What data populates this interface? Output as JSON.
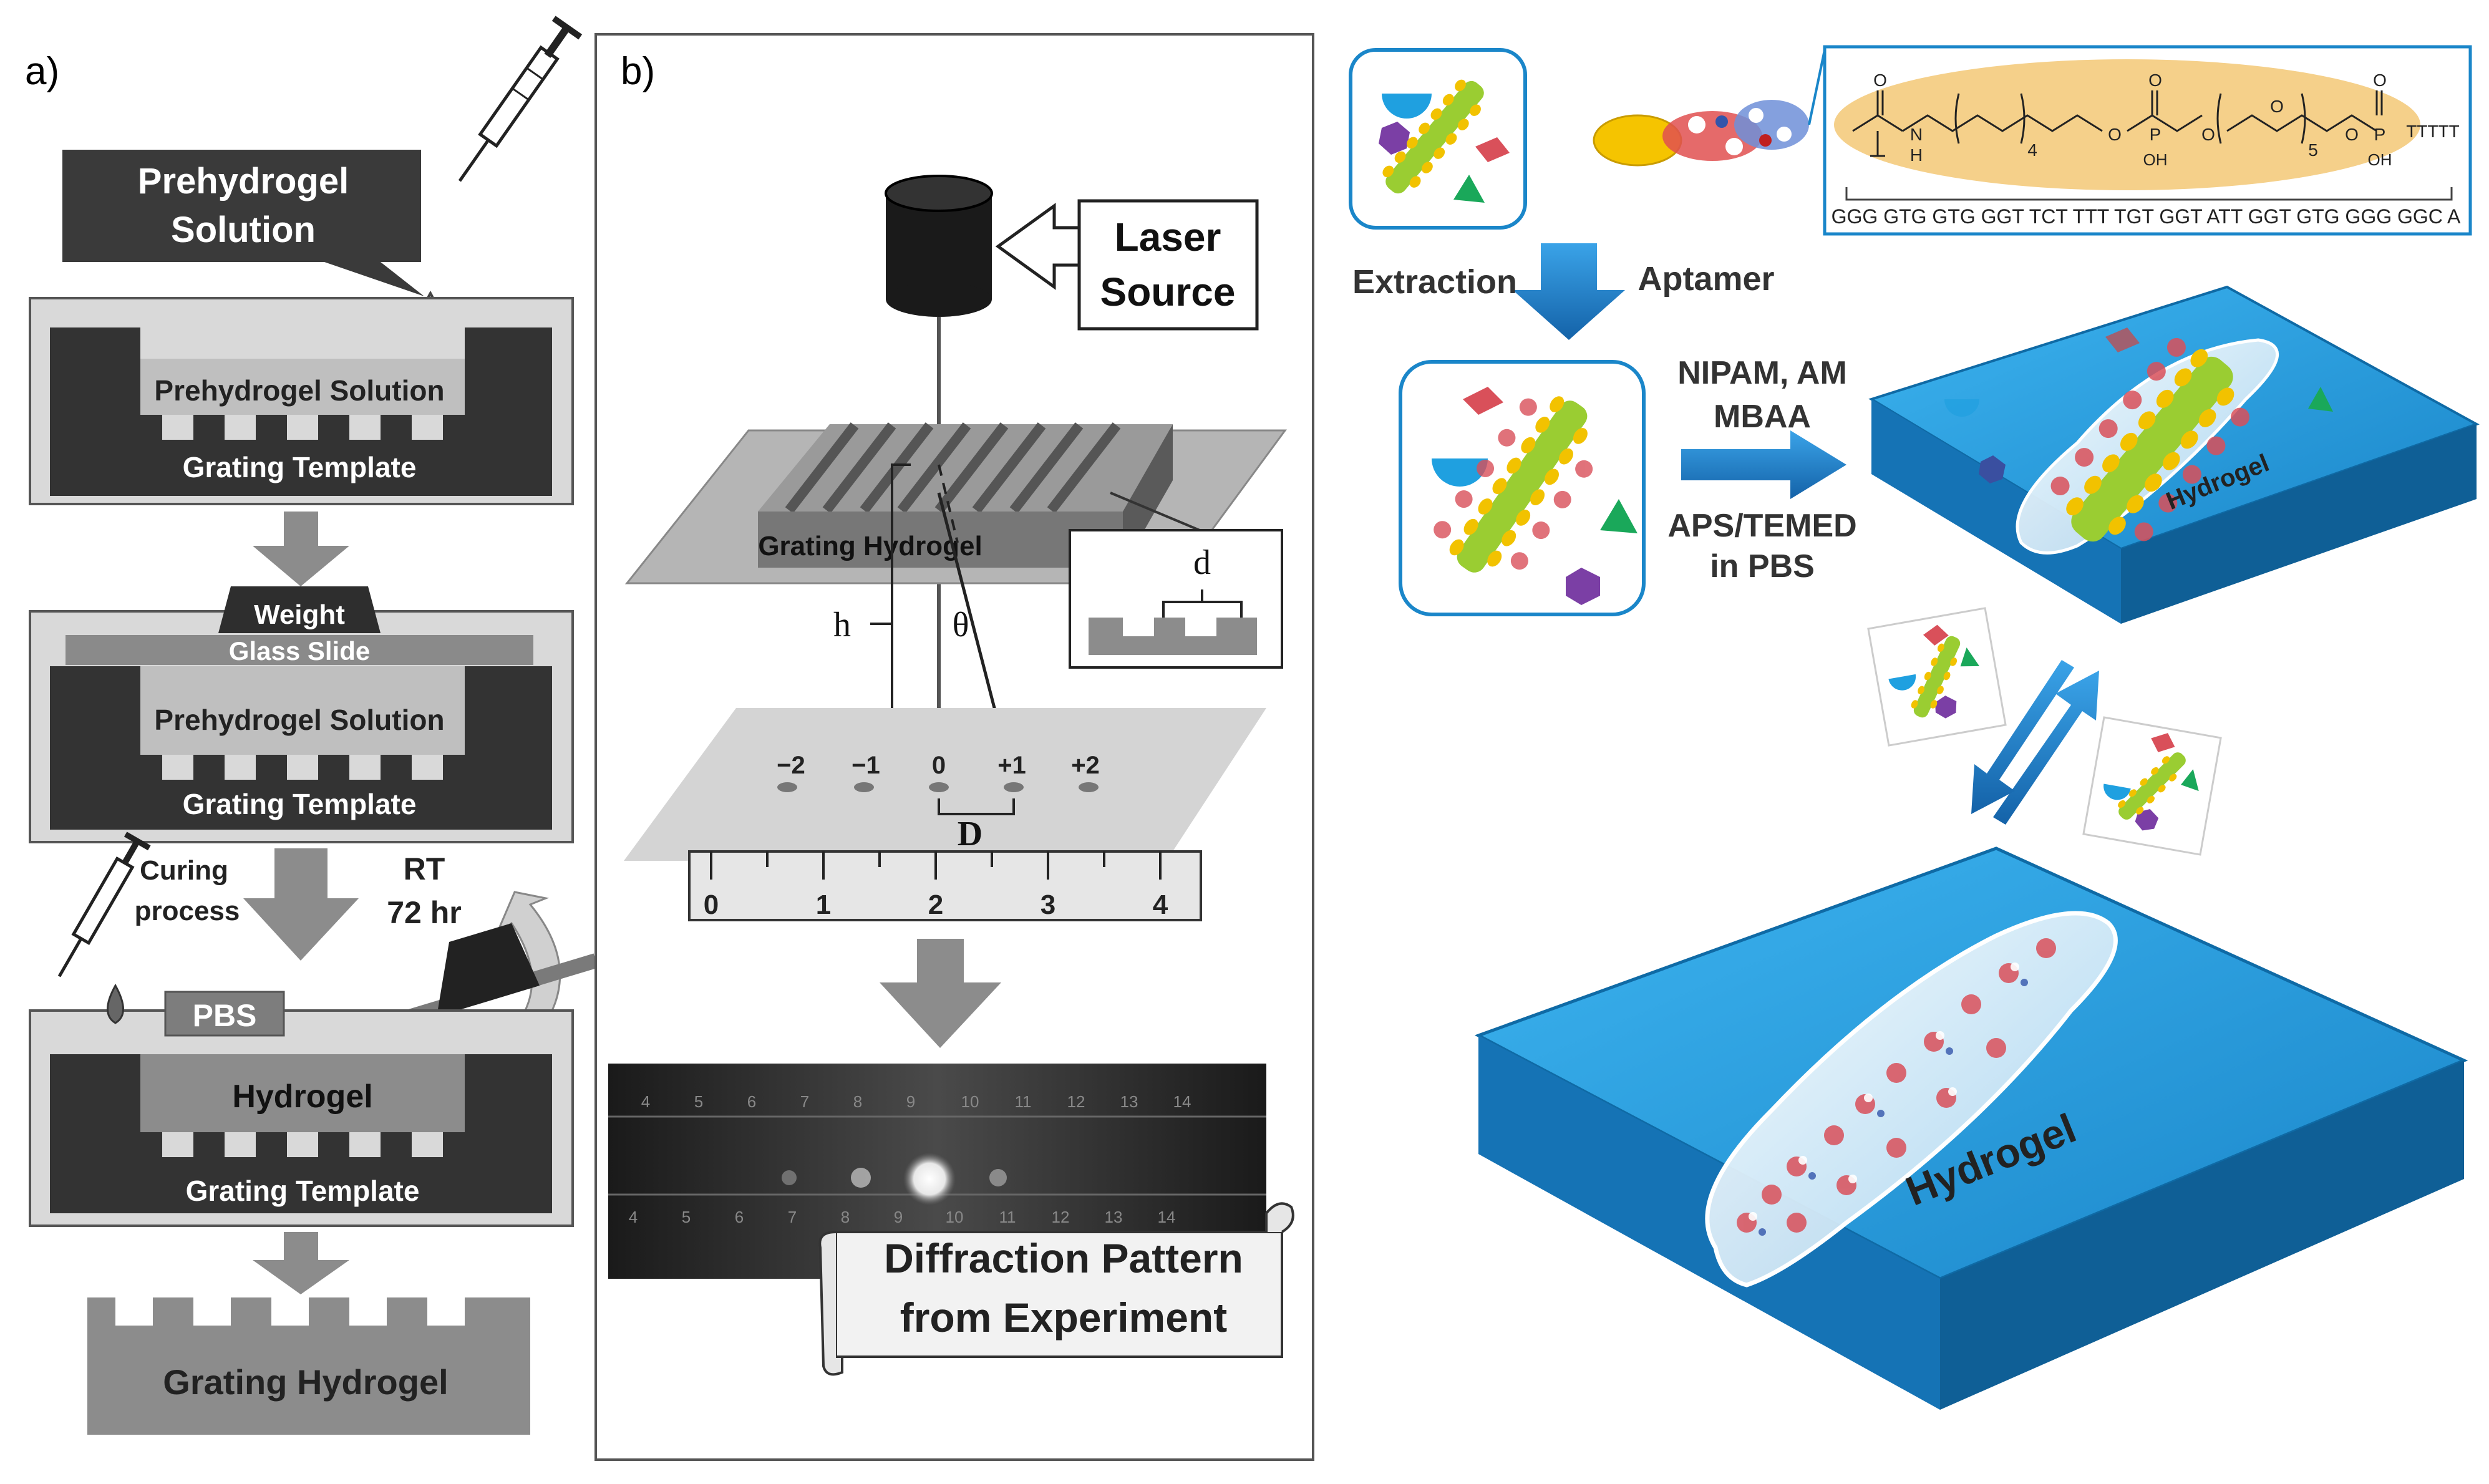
{
  "panel_a": {
    "label": "a)",
    "callout_line1": "Prehydrogel",
    "callout_line2": "Solution",
    "step1_solution": "Prehydrogel Solution",
    "step1_template": "Grating Template",
    "weight": "Weight",
    "glass_slide": "Glass Slide",
    "step2_solution": "Prehydrogel Solution",
    "step2_template": "Grating Template",
    "curing_line1": "Curing",
    "curing_line2": "process",
    "rt_line1": "RT",
    "rt_line2": "72 hr",
    "pbs": "PBS",
    "step3_hydrogel": "Hydrogel",
    "step3_template": "Grating Template",
    "final": "Grating Hydrogel"
  },
  "panel_b": {
    "label": "b)",
    "laser_line1": "Laser",
    "laser_line2": "Source",
    "grating_hydrogel": "Grating Hydrogel",
    "d_label": "d",
    "h_label": "h",
    "theta_label": "θ",
    "orders": [
      "−2",
      "−1",
      "0",
      "+1",
      "+2"
    ],
    "D_label": "D",
    "ruler_ticks": [
      "0",
      "1",
      "2",
      "3",
      "4"
    ],
    "photo_top_ticks": [
      "4",
      "5",
      "6",
      "7",
      "8",
      "9",
      "10",
      "11",
      "12",
      "13",
      "14"
    ],
    "photo_bottom_ticks": [
      "4",
      "5",
      "6",
      "7",
      "8",
      "9",
      "10",
      "11",
      "12",
      "13",
      "14"
    ],
    "scroll_line1": "Diffraction Pattern",
    "scroll_line2": "from Experiment"
  },
  "panel_c": {
    "extraction": "Extraction",
    "aptamer": "Aptamer",
    "nipam": "NIPAM, AM",
    "mbaa": "MBAA",
    "aps": "APS/TEMED",
    "in_pbs": "in PBS",
    "hydrogel_top": "Hydrogel",
    "hydrogel_bottom": "Hydrogel",
    "sequence": "GGG GTG GTG GGT TCT TTT TGT GGT ATT GGT GTG GGG GGC A",
    "chem_n": "N",
    "chem_h": "H",
    "chem_o": "O",
    "chem_oh": "OH",
    "chem_p": "P",
    "chem_4": "4",
    "chem_5": "5",
    "chem_tail": "TTTTT"
  },
  "colors": {
    "dark": "#3a3a3a",
    "mid_gray": "#8c8c8c",
    "light_gray": "#d9d9d9",
    "arrow_blue": "#1f7fc6",
    "pool_blue": "#1e9fe0",
    "chem_highlight": "#f5d08a"
  }
}
